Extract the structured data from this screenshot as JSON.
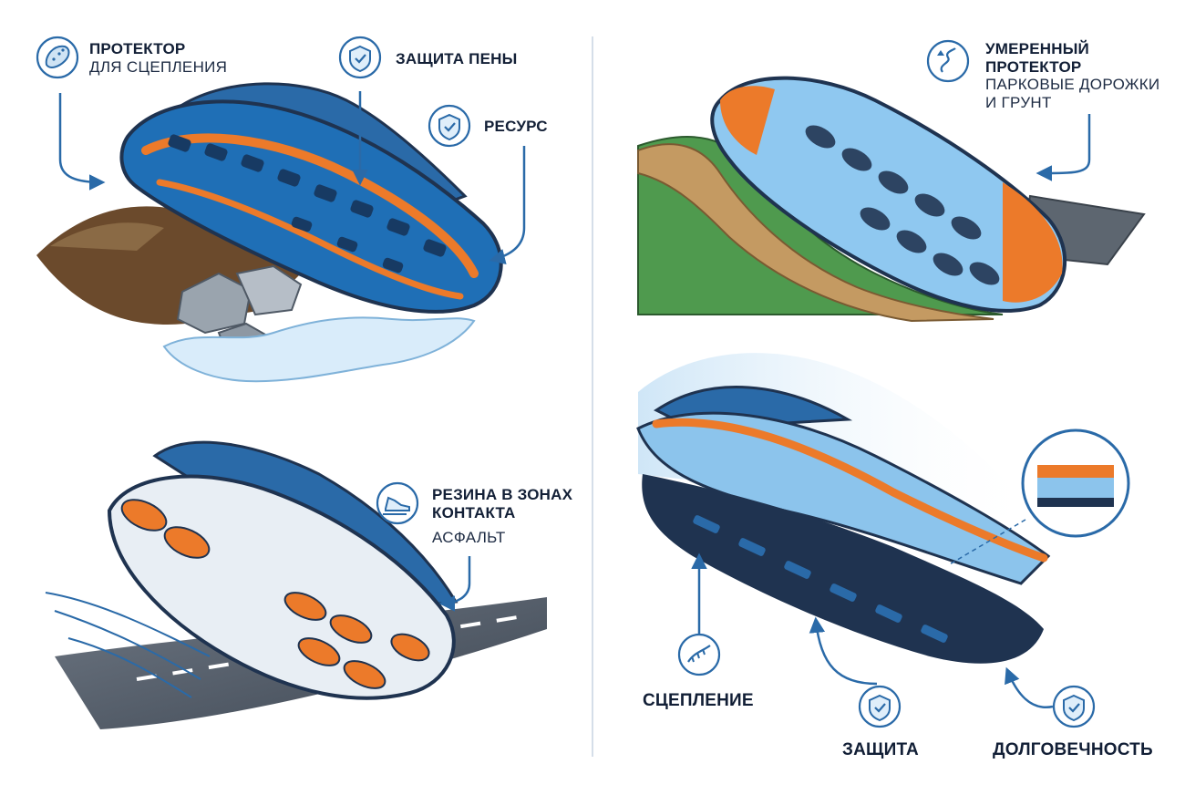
{
  "labels": {
    "tread_grip": {
      "title": "ПРОТЕКТОР",
      "subtitle": "ДЛЯ СЦЕПЛЕНИЯ"
    },
    "foam_protection": {
      "title": "ЗАЩИТА ПЕНЫ"
    },
    "durability_top": {
      "title": "РЕСУРС"
    },
    "moderate_tread": {
      "title_line1": "УМЕРЕННЫЙ",
      "title_line2": "ПРОТЕКТОР",
      "subtitle_line1": "ПАРКОВЫЕ ДОРОЖКИ",
      "subtitle_line2": "И ГРУНТ"
    },
    "contact_rubber": {
      "title_line1": "РЕЗИНА В ЗОНАХ",
      "title_line2": "КОНТАКТА",
      "subtitle": "АСФАЛЬТ"
    },
    "grip": {
      "title": "СЦЕПЛЕНИЕ"
    },
    "protection": {
      "title": "ЗАЩИТА"
    },
    "longevity": {
      "title": "ДОЛГОВЕЧНОСТЬ"
    }
  },
  "icons": {
    "tread_grip": "shoe-sole-icon",
    "foam_protection": "shield-check-icon",
    "durability_top": "shield-check-icon",
    "moderate_tread": "winding-path-icon",
    "contact_rubber": "running-shoe-icon",
    "grip": "grip-cleat-icon",
    "protection": "shield-check-icon",
    "longevity": "shield-check-icon"
  },
  "colors": {
    "primary_blue": "#1e6fb8",
    "dark_navy": "#1f3350",
    "accent_orange": "#ec7a2a",
    "light_blue": "#8cc4ec",
    "icon_stroke": "#2a6aa8"
  }
}
